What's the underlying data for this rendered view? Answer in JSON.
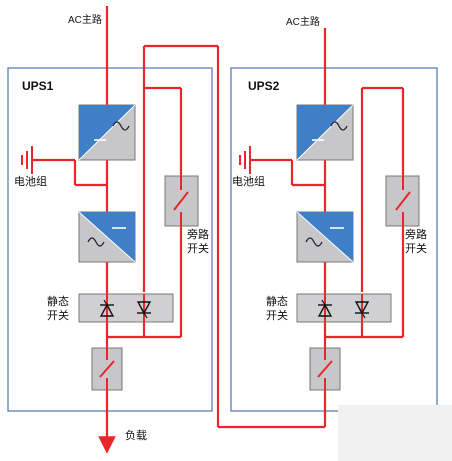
{
  "ac_main_label": "AC主路",
  "ups1": {
    "title": "UPS1",
    "battery_label": "电池组",
    "static_switch_label": [
      "静态",
      "开关"
    ],
    "bypass_switch_label": [
      "旁路",
      "开关"
    ],
    "input_label": "AC主路"
  },
  "ups2": {
    "title": "UPS2",
    "battery_label": "电池组",
    "static_switch_label": [
      "静态",
      "开关"
    ],
    "bypass_switch_label": [
      "旁路",
      "开关"
    ],
    "input_label": "AC主路"
  },
  "load_label": "负载",
  "colors": {
    "wire": "#e8262b",
    "frame": "#4a74b5",
    "converter_blue": "#3f7fc8",
    "converter_gray": "#c7c7c9",
    "module_border": "#777777"
  }
}
